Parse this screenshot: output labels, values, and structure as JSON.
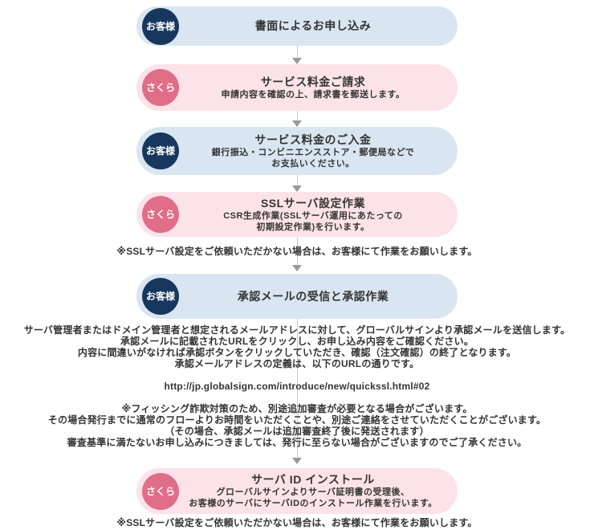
{
  "colors": {
    "customer_badge": "#17375e",
    "customer_box": "#d9e6f1",
    "sakura_badge": "#e06e88",
    "sakura_box": "#fce3e9",
    "text": "#333333",
    "arrow_line": "#c9c9c9",
    "arrow_head": "#999999"
  },
  "steps": [
    {
      "actor": "お客様",
      "title": "書面によるお申し込み",
      "subtitle_lines": []
    },
    {
      "actor": "さくら",
      "title": "サービス料金ご請求",
      "subtitle_lines": [
        "申請内容を確認の上、請求書を郵送します。"
      ]
    },
    {
      "actor": "お客様",
      "title": "サービス料金のご入金",
      "subtitle_lines": [
        "銀行振込・コンビニエンスストア・郵便局などで",
        "お支払いください。"
      ]
    },
    {
      "actor": "さくら",
      "title": "SSLサーバ設定作業",
      "subtitle_lines": [
        "CSR生成作業(SSLサーバ運用にあたっての",
        "初期設定作業)を行います。"
      ]
    },
    {
      "actor": "お客様",
      "title": "承認メールの受信と承認作業",
      "subtitle_lines": []
    },
    {
      "actor": "さくら",
      "title": "サーバ ID インストール",
      "subtitle_lines": [
        "グローバルサインよりサーバ証明書の受理後、",
        "お客様のサーバにサーバIDのインストール作業を行います。"
      ]
    }
  ],
  "notes": {
    "ssl_setup_note_1": "※SSLサーバ設定をご依頼いただかない場合は、お客様にて作業をお願いします。",
    "ssl_setup_note_2": "※SSLサーバ設定をご依頼いただかない場合は、お客様にて作業をお願いします。"
  },
  "approval_details": {
    "lines": [
      "サーバ管理者またはドメイン管理者と想定されるメールアドレスに対して、グローバルサインより承認メールを送信します。",
      "承認メールに記載されたURLをクリックし、お申し込み内容をご確認ください。",
      "内容に間違いがなければ承認ボタンをクリックしていただき、確認（注文確認）の終了となります。",
      "承認メールアドレスの定義は、以下のURLの通りです。"
    ],
    "url": "http://jp.globalsign.com/introduce/new/quickssl.html#02"
  },
  "phishing_notice": {
    "lines": [
      "※フィッシング詐欺対策のため、別途追加審査が必要となる場合がございます。",
      "その場合発行までに通常のフローよりお時間をいただくことや、別途ご連絡をさせていただくことがございます。",
      "（その場合、承認メールは追加審査終了後に発送されます）",
      "審査基準に満たないお申し込みにつきましては、発行に至らない場合がございますのでご了承ください。"
    ]
  }
}
